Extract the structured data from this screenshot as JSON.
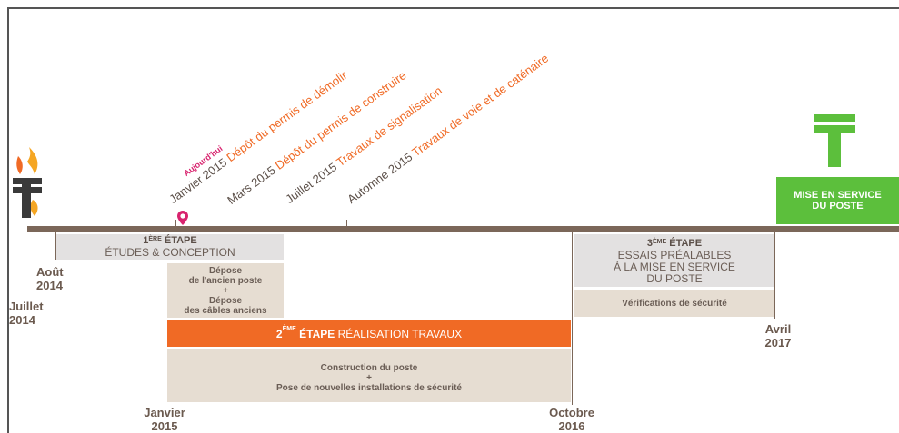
{
  "milestones": [
    {
      "date": "Janvier 2015",
      "event": "Dépôt du permis de démolir"
    },
    {
      "date": "Mars 2015",
      "event": "Dépôt du permis de construire"
    },
    {
      "date": "Juillet 2015",
      "event": "Travaux de signalisation"
    },
    {
      "date": "Automne 2015",
      "event": "Travaux de voie et de caténaire"
    }
  ],
  "today_label": "Aujourd'hui",
  "stage1": {
    "num": "1",
    "ordinal_sup": "ÈRE",
    "title_word": "ÉTAPE",
    "subtitle": "ÉTUDES & CONCEPTION"
  },
  "depose": {
    "line1": "Dépose",
    "line2": "de l'ancien poste",
    "plus": "+",
    "line3": "Dépose",
    "line4": "des câbles anciens"
  },
  "stage2": {
    "num": "2",
    "ordinal_sup": "ÈME",
    "title_word": "ÉTAPE",
    "subtitle": "RÉALISATION TRAVAUX"
  },
  "construction": {
    "line1": "Construction du poste",
    "plus": "+",
    "line2": "Pose de nouvelles installations de sécurité"
  },
  "stage3": {
    "num": "3",
    "ordinal_sup": "ÈME",
    "title_word": "ÉTAPE",
    "line1": "ESSAIS PRÉALABLES",
    "line2": "À LA MISE EN SERVICE",
    "line3": "DU POSTE"
  },
  "verifications": "Vérifications de sécurité",
  "mise_en_service": {
    "line1": "MISE EN SERVICE",
    "line2": "DU POSTE"
  },
  "dates": {
    "juillet_2014": {
      "month": "Juillet",
      "year": "2014"
    },
    "aout_2014": {
      "month": "Août",
      "year": "2014"
    },
    "janvier_2015": {
      "month": "Janvier",
      "year": "2015"
    },
    "octobre_2016": {
      "month": "Octobre",
      "year": "2016"
    },
    "avril_2017": {
      "month": "Avril",
      "year": "2017"
    }
  },
  "colors": {
    "orange": "#f06a25",
    "green": "#5cbf3c",
    "timeline": "#7b6759",
    "marker": "#d8236e"
  }
}
